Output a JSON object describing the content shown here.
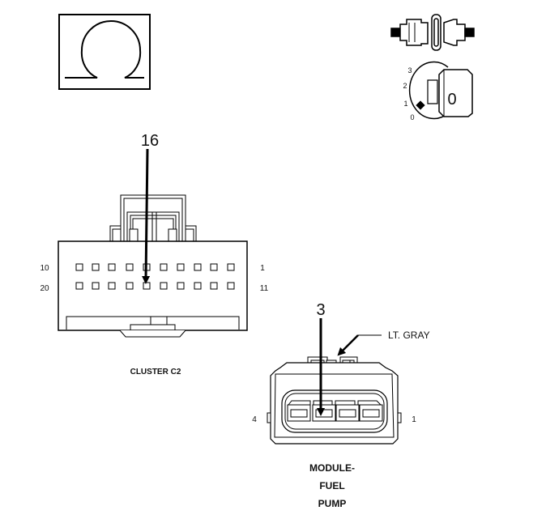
{
  "legend": {
    "ohm_symbol": "Ω",
    "ohmmeter_icon": "ohmmeter-icon",
    "connector_icon": "disconnected-connector-icon",
    "ignition": {
      "icon": "ignition-key-icon",
      "positions": [
        "3",
        "2",
        "1",
        "0"
      ],
      "key_label": "0"
    }
  },
  "cluster_connector": {
    "name": "CLUSTER C2",
    "pin_callout": "16",
    "row1_left": "10",
    "row1_right": "1",
    "row2_left": "20",
    "row2_right": "11"
  },
  "pump_connector": {
    "name_line1": "MODULE-",
    "name_line2": "FUEL",
    "name_line3": "PUMP",
    "pin_callout": "3",
    "color_callout": "LT. GRAY",
    "left_pin": "4",
    "right_pin": "1"
  }
}
